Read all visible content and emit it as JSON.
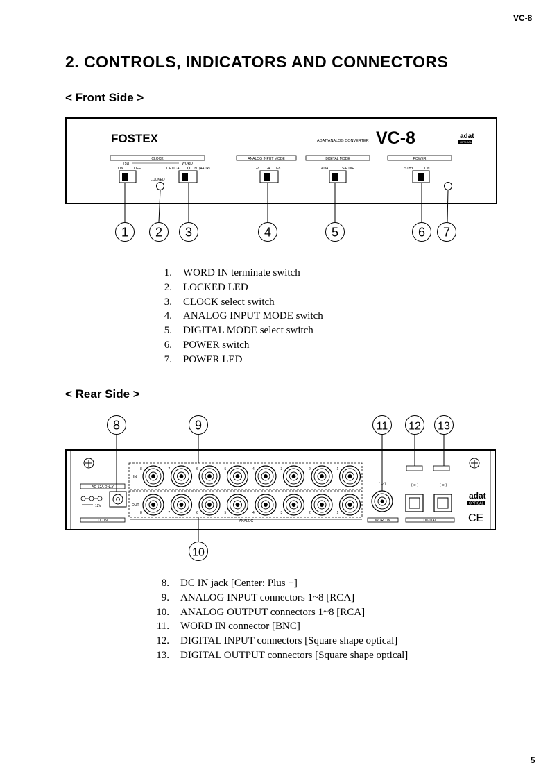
{
  "header": {
    "model": "VC-8"
  },
  "section_title": "2.  CONTROLS, INDICATORS AND CONNECTORS",
  "front": {
    "subtitle": "< Front Side >",
    "panel": {
      "brand": "FOSTEX",
      "product_desc": "ADAT/ANALOG CONVERTER",
      "model": "VC-8",
      "adat_logo": "adat",
      "adat_sub": "OPTICAL",
      "clock_group": "CLOCK",
      "term_label": "75Ω",
      "term_on": "ON",
      "term_off": "OFF",
      "word_label": "WORD",
      "optical_label": "OPTICAL",
      "int_label": "INT(44.1k)",
      "locked_label": "LOCKED",
      "analog_group": "ANALOG INPUT MODE",
      "analog_opts": [
        "1-2",
        "1-4",
        "1-8"
      ],
      "digital_group": "DIGITAL MODE",
      "digital_opts": [
        "ADAT",
        "S/P DIF"
      ],
      "power_group": "POWER",
      "power_opts": [
        "STBY",
        "ON"
      ]
    },
    "callouts": [
      "1",
      "2",
      "3",
      "4",
      "5",
      "6",
      "7"
    ],
    "items": [
      {
        "num": "1.",
        "text": "WORD IN terminate switch"
      },
      {
        "num": "2.",
        "text": "LOCKED LED"
      },
      {
        "num": "3.",
        "text": "CLOCK select switch"
      },
      {
        "num": "4.",
        "text": "ANALOG INPUT MODE switch"
      },
      {
        "num": "5.",
        "text": "DIGITAL MODE select switch"
      },
      {
        "num": "6.",
        "text": "POWER switch"
      },
      {
        "num": "7.",
        "text": "POWER LED"
      }
    ]
  },
  "rear": {
    "subtitle": "< Rear Side >",
    "panel": {
      "ad_only": "AD-12A ONLY",
      "voltage": "12V",
      "dc_in": "DC IN",
      "in_label": "IN",
      "out_label": "OUT",
      "analog": "ANALOG",
      "word_in": "WORD IN",
      "digital": "DIGITAL",
      "adat_logo": "adat",
      "adat_sub": "OPTICAL",
      "ce": "CE",
      "channels": [
        "8",
        "7",
        "6",
        "5",
        "4",
        "3",
        "2",
        "1"
      ]
    },
    "callouts": [
      "8",
      "9",
      "10",
      "11",
      "12",
      "13"
    ],
    "items": [
      {
        "num": "8.",
        "text": "DC IN jack [Center: Plus +]"
      },
      {
        "num": "9.",
        "text": "ANALOG INPUT connectors 1~8 [RCA]"
      },
      {
        "num": "10.",
        "text": "ANALOG OUTPUT connectors 1~8 [RCA]"
      },
      {
        "num": "11.",
        "text": "WORD IN connector [BNC]"
      },
      {
        "num": "12.",
        "text": "DIGITAL INPUT connectors [Square shape optical]"
      },
      {
        "num": "13.",
        "text": "DIGITAL OUTPUT connectors [Square shape optical]"
      }
    ]
  },
  "page_number": "5"
}
